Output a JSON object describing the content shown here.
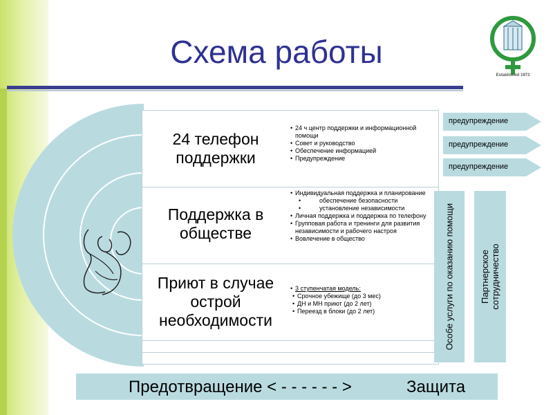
{
  "title": "Схема работы",
  "logo": {
    "caption": "Established 1973"
  },
  "rows": [
    {
      "title": "24 телефон поддержки",
      "items": [
        {
          "text": "24 ч центр поддержки и информационной помощи",
          "level": 0
        },
        {
          "text": "Совет и руководство",
          "level": 0
        },
        {
          "text": "Обеспечение информацией",
          "level": 0
        },
        {
          "text": "Предупреждение",
          "level": 0
        }
      ]
    },
    {
      "title": "Поддержка в обществе",
      "items": [
        {
          "text": "Индивидуальная поддержка и планирование",
          "level": 0
        },
        {
          "text": "обеспечение безопасности",
          "level": 1
        },
        {
          "text": "установление независимости",
          "level": 1
        },
        {
          "text": "Личная поддержка и поддержка по телефону",
          "level": 0
        },
        {
          "text": "Групповая работа и тренинги для развития независимости и рабочего настроя",
          "level": 0
        },
        {
          "text": "Вовлечение в общество",
          "level": 0
        }
      ]
    },
    {
      "title": "Приют в случае острой необходимости",
      "items": [
        {
          "text": "3 ступенчатая модель:",
          "level": 0
        },
        {
          "text": "Срочное убежище (до 3 мес)",
          "level": 1
        },
        {
          "text": "ДН и МН приют (до 2 лет)",
          "level": 1
        },
        {
          "text": "Переезд в блоки (до 2 лет)",
          "level": 1
        }
      ]
    }
  ],
  "arrows": [
    "предупреждение",
    "предупреждение",
    "предупреждение"
  ],
  "columns": [
    {
      "text": "Особе услуги по оказанию помощи"
    },
    {
      "text": "Партнерское сотрудничество"
    }
  ],
  "bottom": {
    "left": "Предотвращение < - - - - - - >",
    "right": "Защита"
  },
  "colors": {
    "title": "#2e3192",
    "panel": "#b9dbe0",
    "green": "#c9e26a",
    "logo_green": "#2e9a3e",
    "rule": "#3a3e8f"
  }
}
